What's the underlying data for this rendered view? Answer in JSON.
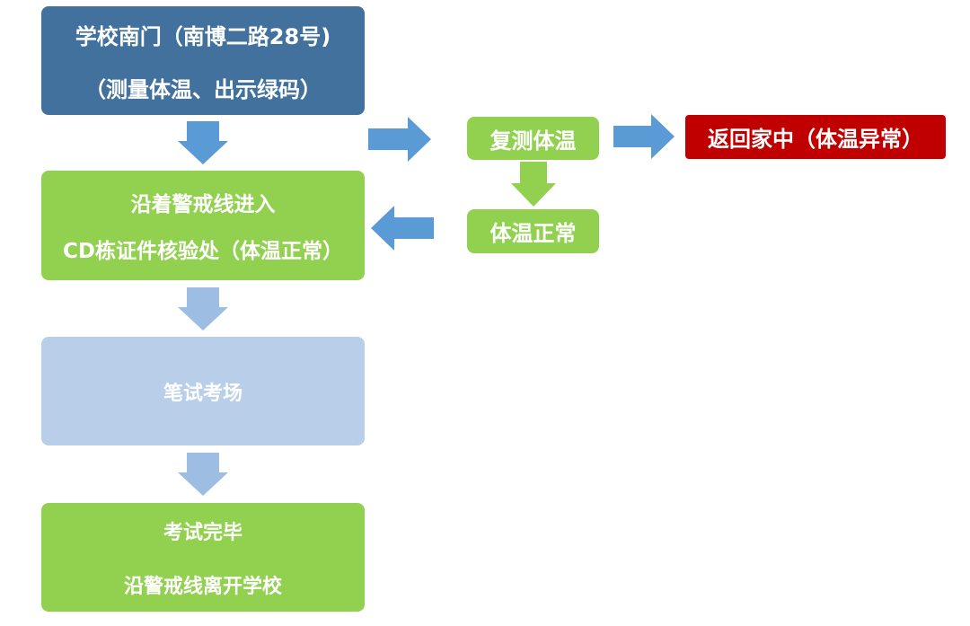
{
  "flow": {
    "entrance": {
      "line1": "学校南门（南博二路28号)",
      "line2": "（测量体温、出示绿码）"
    },
    "check": {
      "line1": "沿着警戒线进入",
      "line2": "CD栋证件核验处（体温正常）"
    },
    "exam": {
      "label": "笔试考场"
    },
    "finish": {
      "line1": "考试完毕",
      "line2": "沿警戒线离开学校"
    },
    "retest": {
      "label": "复测体温"
    },
    "normal": {
      "label": "体温正常"
    },
    "home": {
      "label": "返回家中（体温异常）"
    }
  },
  "colors": {
    "start_box": "#41719c",
    "step_box": "#92d050",
    "exam_box": "#b9cfe9",
    "abnormal_box": "#c00000",
    "arrow_blue": "#5b9bd5",
    "arrow_green": "#92d050",
    "arrow_light": "#9dbde3"
  }
}
